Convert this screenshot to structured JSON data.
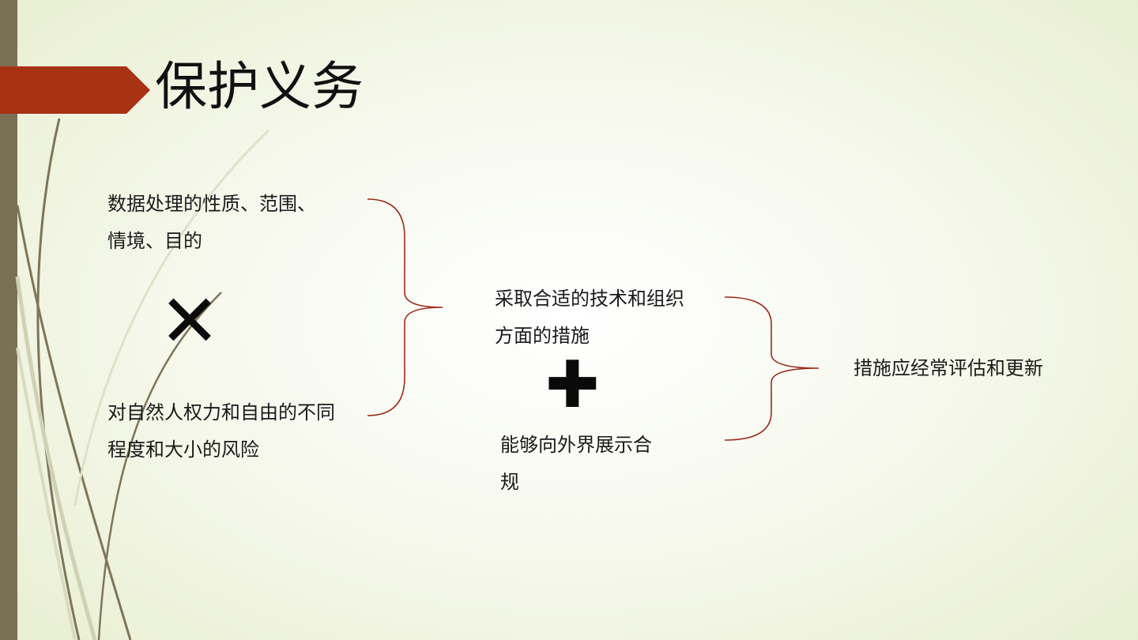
{
  "slide": {
    "title": "保护义务",
    "left_top_lines": [
      "数据处理的性质、范围、",
      "情境、目的"
    ],
    "times_symbol": "✕",
    "left_bottom_lines": [
      "对自然人权力和自由的不同",
      "程度和大小的风险"
    ],
    "middle_top_lines": [
      "采取合适的技术和组织",
      "方面的措施"
    ],
    "plus_symbol": "✚",
    "middle_bottom_lines": [
      "能够向外界展示合",
      "规"
    ],
    "right_text": "措施应经常评估和更新"
  },
  "colors": {
    "accent_red": "#a83214",
    "sidebar": "#7a7054",
    "brace": "#9b2a1a"
  }
}
